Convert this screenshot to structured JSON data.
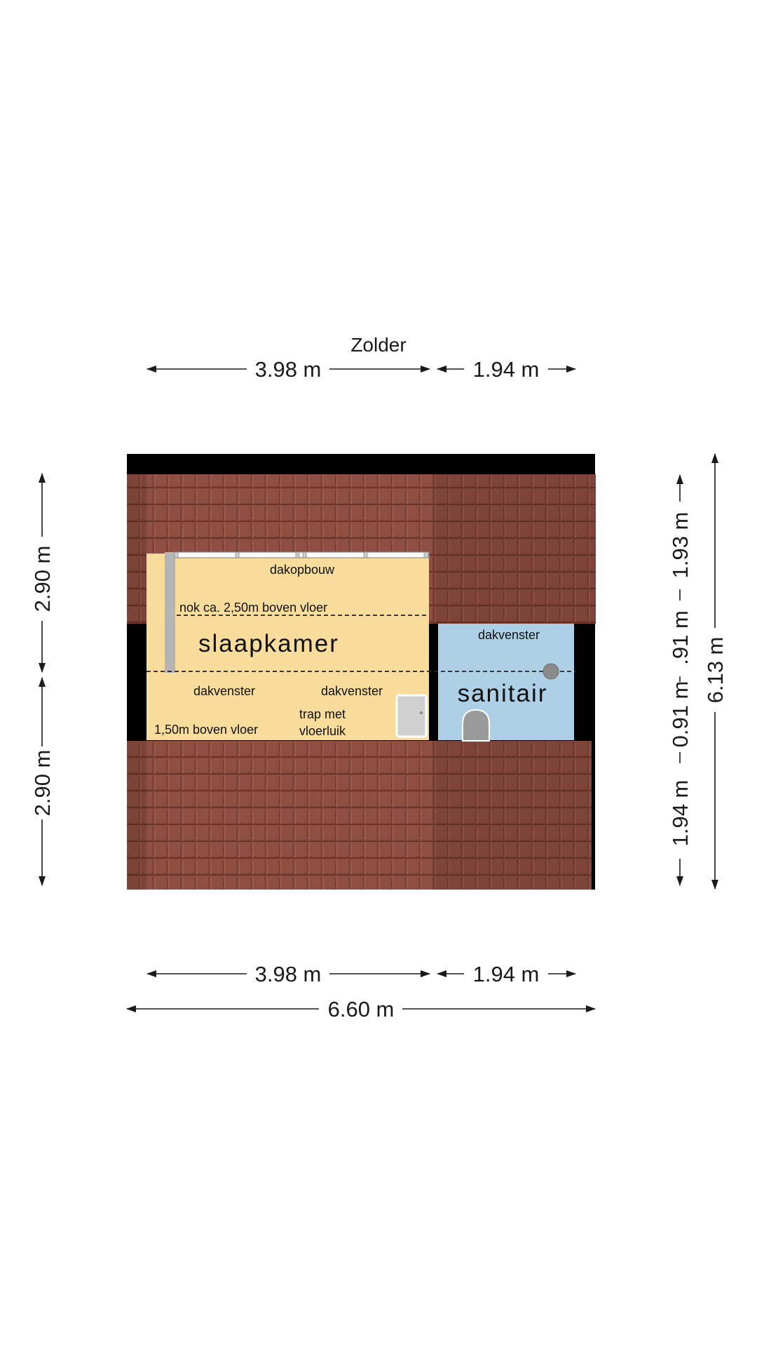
{
  "title": "Zolder",
  "dimensions": {
    "top_left": "3.98 m",
    "top_right": "1.94 m",
    "bottom_left": "3.98 m",
    "bottom_right": "1.94 m",
    "bottom_total": "6.60 m",
    "left_upper": "2.90 m",
    "left_lower": "2.90 m",
    "right_1": "1.93 m",
    "right_2": ".91 m",
    "right_3": "0.91 m",
    "right_4": "1.94 m",
    "right_total": "6.13 m"
  },
  "rooms": {
    "bedroom": "slaapkamer",
    "sanitary": "sanitair"
  },
  "labels": {
    "dormer": "dakopbouw",
    "ridge": "nok ca. 2,50m boven vloer",
    "skylight_left": "dakvenster",
    "skylight_mid": "dakvenster",
    "skylight_right": "dakvenster",
    "height_line": "1,50m boven vloer",
    "stairs_line1": "trap met",
    "stairs_line2": "vloerluik"
  },
  "colors": {
    "roof": "#8a4b3e",
    "bedroom": "#f7dc9b",
    "sanitary": "#aed0e6",
    "wall": "#000000"
  }
}
